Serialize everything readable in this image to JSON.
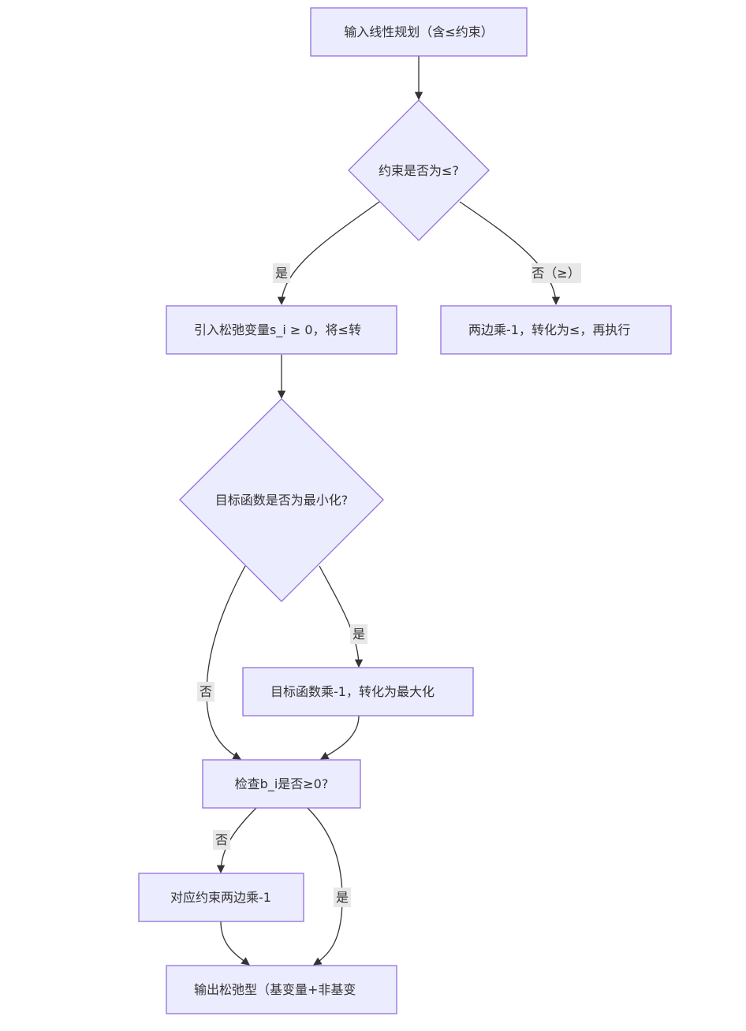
{
  "nodes": {
    "input": "输入线性规划（含≤约束）",
    "is_le": "约束是否为≤?",
    "add_slack": "引入松弛变量s_i ≥ 0，将≤转",
    "flip_ge": "两边乘-1，转化为≤，再执行",
    "is_min": "目标函数是否为最小化?",
    "obj_flip": "目标函数乘-1，转化为最大化",
    "check_b": "检查b_i是否≥0?",
    "flip_row": "对应约束两边乘-1",
    "output": "输出松弛型（基变量+非基变"
  },
  "edge_labels": {
    "is_le_yes": "是",
    "is_le_no": "否（≥）",
    "is_min_yes": "是",
    "is_min_no": "否",
    "check_b_no": "否",
    "check_b_yes": "是"
  },
  "colors": {
    "node_fill": "#ECECFF",
    "node_stroke": "#9370DB",
    "edge": "#333333",
    "label_bg": "#e8e8e8"
  }
}
